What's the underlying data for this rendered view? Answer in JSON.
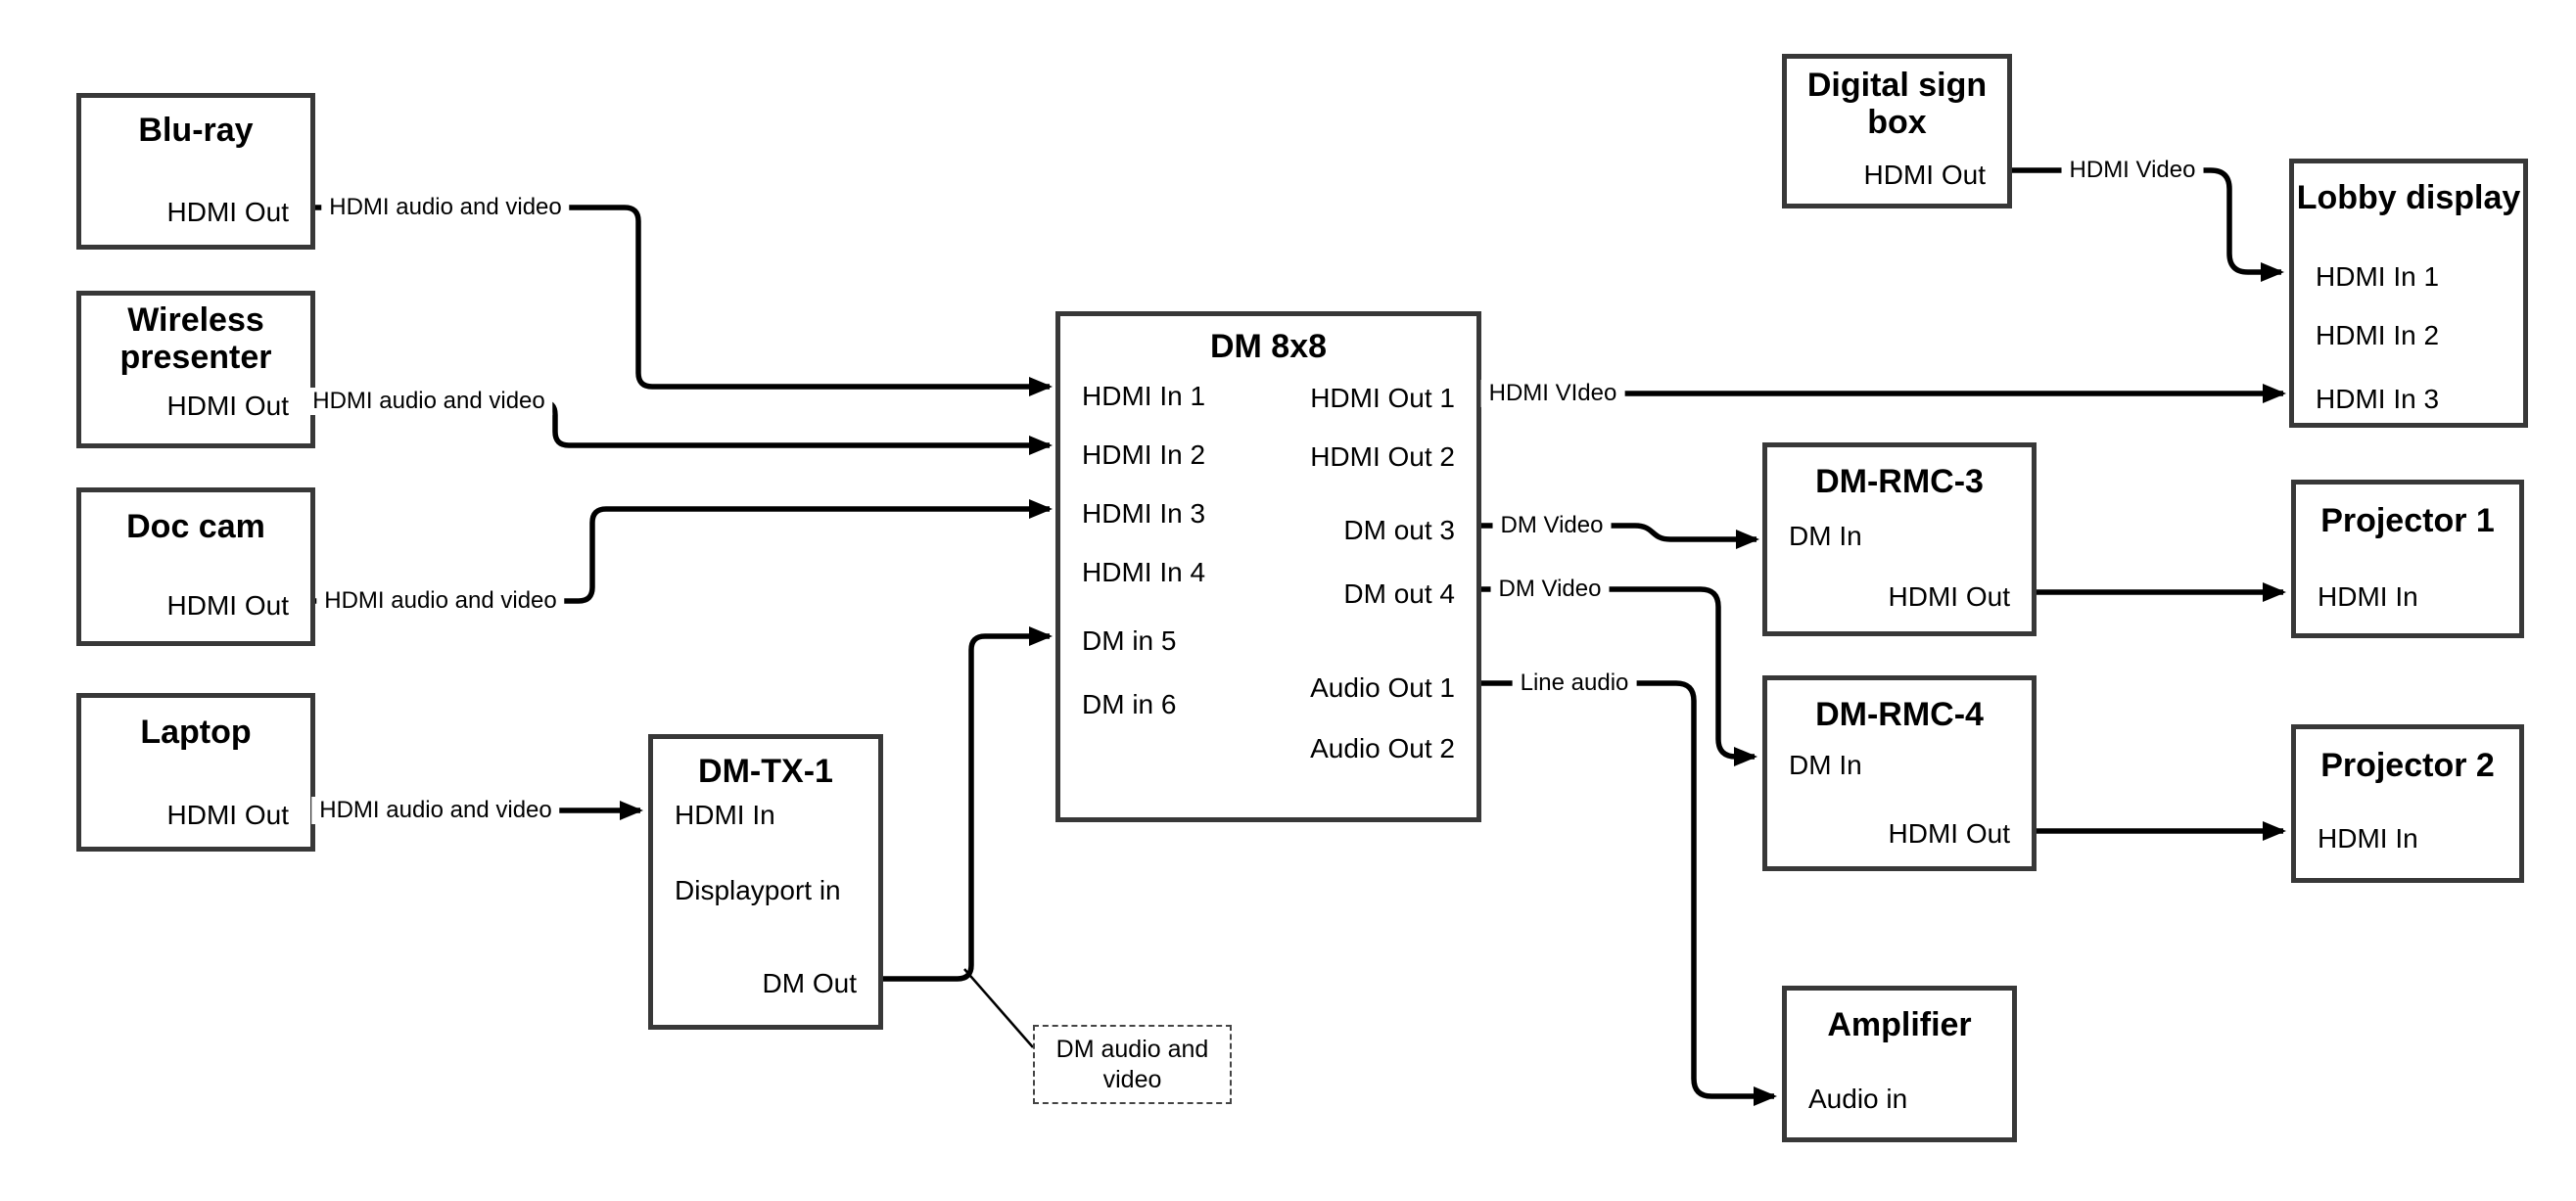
{
  "canvas": {
    "background": "#ffffff",
    "line_color": "#000000",
    "box_border_color": "#383838"
  },
  "nodes": {
    "bluray": {
      "title": "Blu-ray",
      "ports": {
        "out": "HDMI Out"
      }
    },
    "wireless": {
      "title": "Wireless presenter",
      "ports": {
        "out": "HDMI Out"
      }
    },
    "doccam": {
      "title": "Doc cam",
      "ports": {
        "out": "HDMI Out"
      }
    },
    "laptop": {
      "title": "Laptop",
      "ports": {
        "out": "HDMI Out"
      }
    },
    "dmtx1": {
      "title": "DM-TX-1",
      "ports": {
        "hdmi_in": "HDMI In",
        "dp_in": "Displayport in",
        "dm_out": "DM Out"
      }
    },
    "dm8x8": {
      "title": "DM 8x8",
      "inputs": [
        "HDMI In 1",
        "HDMI In 2",
        "HDMI In 3",
        "HDMI In 4",
        "DM in 5",
        "DM in 6"
      ],
      "outputs": [
        "HDMI Out 1",
        "HDMI Out 2",
        "DM out 3",
        "DM out 4",
        "Audio Out 1",
        "Audio Out 2"
      ]
    },
    "digisign": {
      "title": "Digital sign box",
      "ports": {
        "out": "HDMI Out"
      }
    },
    "lobby": {
      "title": "Lobby display",
      "inputs": [
        "HDMI In 1",
        "HDMI In 2",
        "HDMI In 3"
      ]
    },
    "rmc3": {
      "title": "DM-RMC-3",
      "ports": {
        "in": "DM In",
        "out": "HDMI Out"
      }
    },
    "proj1": {
      "title": "Projector 1",
      "ports": {
        "in": "HDMI In"
      }
    },
    "rmc4": {
      "title": "DM-RMC-4",
      "ports": {
        "in": "DM In",
        "out": "HDMI Out"
      }
    },
    "proj2": {
      "title": "Projector 2",
      "ports": {
        "in": "HDMI In"
      }
    },
    "amp": {
      "title": "Amplifier",
      "ports": {
        "in": "Audio in"
      }
    }
  },
  "wire_labels": {
    "bluray_to_dm8x8": "HDMI audio and video",
    "wireless_to_dm8x8": "HDMI audio and video",
    "doccam_to_dm8x8": "HDMI audio and video",
    "laptop_to_dmtx1": "HDMI audio and video",
    "hdmiout1_to_lobby": "HDMI VIdeo",
    "digisign_to_lobby": "HDMI Video",
    "dmout3_to_rmc3": "DM Video",
    "dmout4_to_rmc4": "DM Video",
    "audioout1_to_amp": "Line audio",
    "dm_note": "DM audio and video"
  }
}
